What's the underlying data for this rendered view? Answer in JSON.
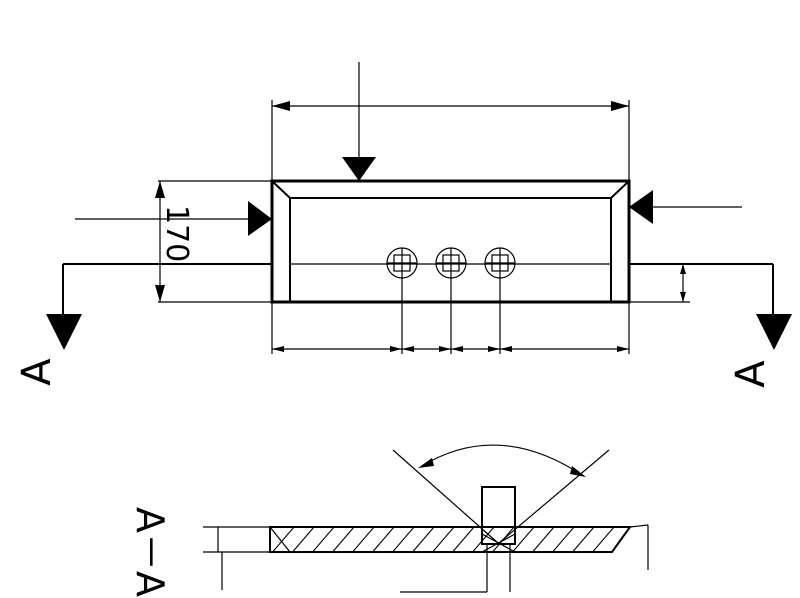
{
  "dimension_height_value": "170",
  "section_letter_left": "A",
  "section_letter_right": "A",
  "section_title": "A－A"
}
